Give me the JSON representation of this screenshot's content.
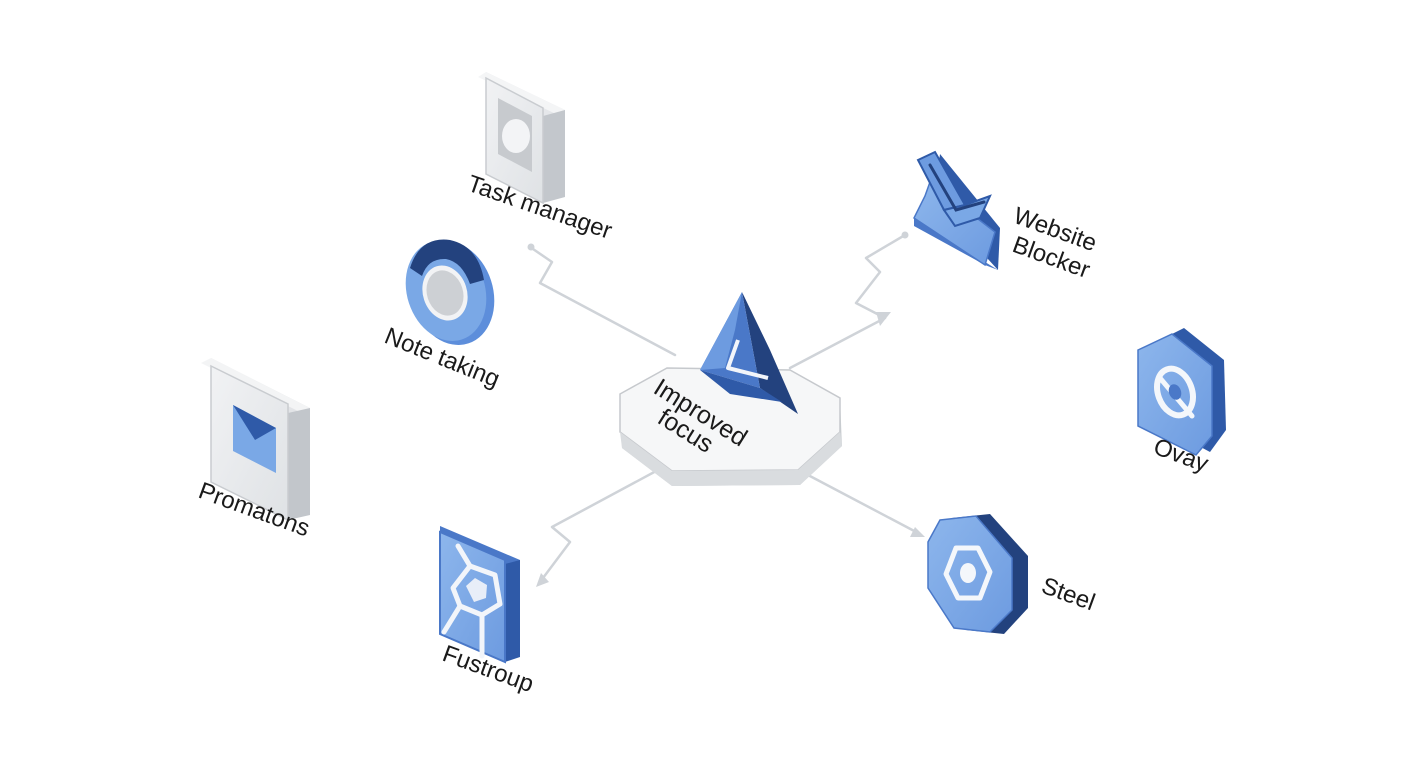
{
  "hub": {
    "label_line1": "Improved",
    "label_line2": "focus"
  },
  "nodes": {
    "task_manager": "Task manager",
    "note_taking": "Note taking",
    "promotions": "Promatons",
    "fustroup": "Fustroup",
    "website_blocker_line1": "Website",
    "website_blocker_line2": "Blocker",
    "ovay": "Ovay",
    "steel": "Steel"
  },
  "icons": {
    "task_manager": "square-circle-icon",
    "note_taking": "ring-icon",
    "promotions": "envelope-icon",
    "fustroup": "network-tile-icon",
    "website_blocker": "blocker-icon",
    "ovay": "o-shield-icon",
    "steel": "hex-nut-icon",
    "hub": "triangle-icon"
  },
  "colors": {
    "blue_light": "#7aa8e6",
    "blue_mid": "#4a78c8",
    "blue_dark": "#23427e",
    "gray_light": "#eef0f2",
    "gray_mid": "#d2d5d9",
    "gray_dark": "#b5b9be"
  }
}
